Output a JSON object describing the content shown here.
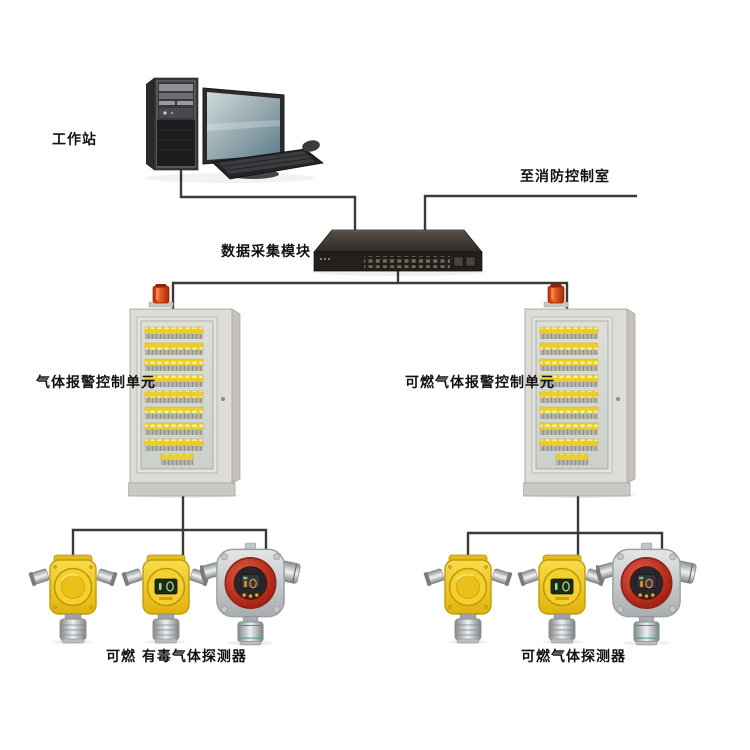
{
  "diagram": {
    "type": "gas-alarm-system-topology",
    "nodes": {
      "workstation": {
        "label": "工作站"
      },
      "fire_control": {
        "label": "至消防控制室"
      },
      "data_module": {
        "label": "数据采集模块"
      },
      "left_cabinet": {
        "label": "气体报警控制单元"
      },
      "right_cabinet": {
        "label": "可燃气体报警控制单元"
      },
      "left_detectors": {
        "label": "可燃 有毒气体探测器"
      },
      "right_detectors": {
        "label": "可燃气体探测器"
      }
    },
    "connections": [
      {
        "from": "workstation",
        "to": "data_module"
      },
      {
        "from": "data_module",
        "to": "fire_control"
      },
      {
        "from": "data_module",
        "to": "left_cabinet"
      },
      {
        "from": "data_module",
        "to": "right_cabinet"
      },
      {
        "from": "left_cabinet",
        "to": "left_detectors"
      },
      {
        "from": "right_cabinet",
        "to": "right_detectors"
      }
    ],
    "colors": {
      "background": "#ffffff",
      "line": "#3a3a3a",
      "cabinet_body": "#dedcd6",
      "module_yellow": "#e8d028",
      "beacon_red": "#cc3a0e",
      "detector_yellow": "#f0c41c",
      "detector_red_ring": "#b22a1a",
      "switch_dark": "#2a2520",
      "metal_silver": "#c8cacc"
    }
  }
}
